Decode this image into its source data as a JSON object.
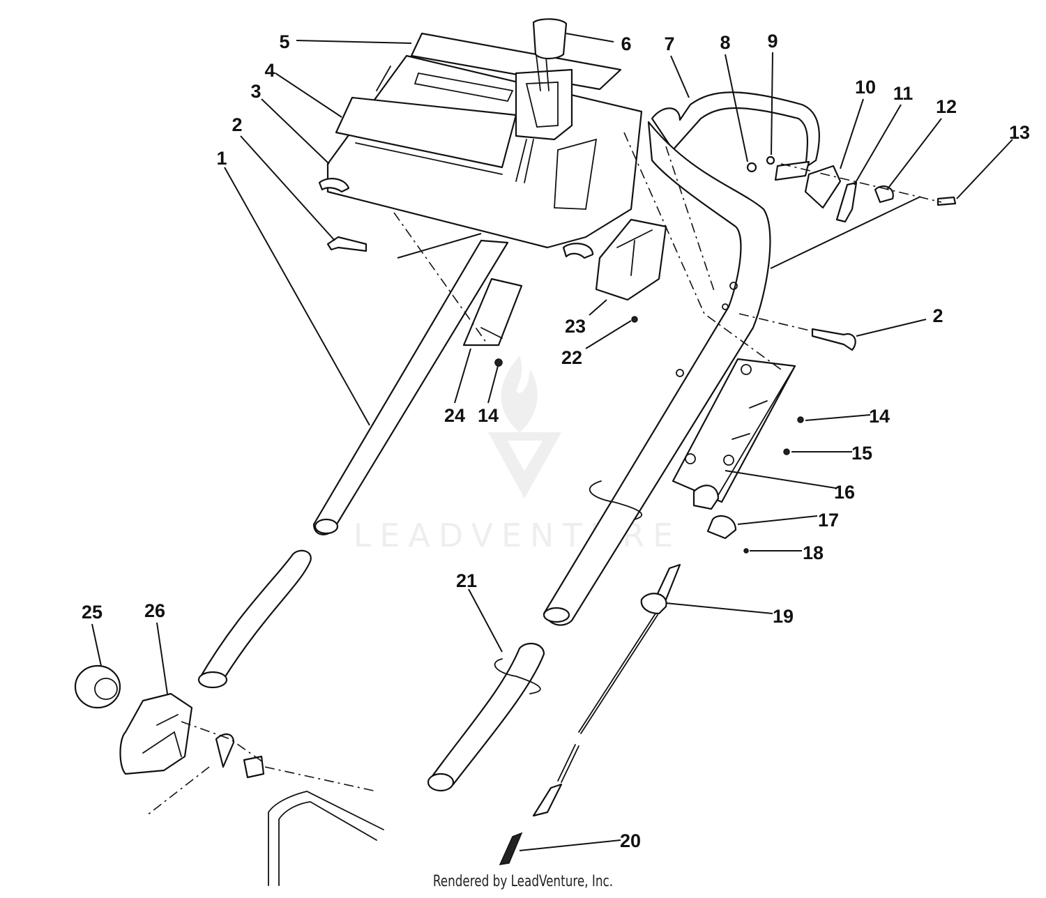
{
  "diagram": {
    "callouts": [
      {
        "id": "c1",
        "label": "1"
      },
      {
        "id": "c2a",
        "label": "2"
      },
      {
        "id": "c2b",
        "label": "2"
      },
      {
        "id": "c3",
        "label": "3"
      },
      {
        "id": "c4",
        "label": "4"
      },
      {
        "id": "c5",
        "label": "5"
      },
      {
        "id": "c6",
        "label": "6"
      },
      {
        "id": "c7",
        "label": "7"
      },
      {
        "id": "c8",
        "label": "8"
      },
      {
        "id": "c9",
        "label": "9"
      },
      {
        "id": "c10",
        "label": "10"
      },
      {
        "id": "c11",
        "label": "11"
      },
      {
        "id": "c12",
        "label": "12"
      },
      {
        "id": "c13",
        "label": "13"
      },
      {
        "id": "c14a",
        "label": "14"
      },
      {
        "id": "c14b",
        "label": "14"
      },
      {
        "id": "c15",
        "label": "15"
      },
      {
        "id": "c16",
        "label": "16"
      },
      {
        "id": "c17",
        "label": "17"
      },
      {
        "id": "c18",
        "label": "18"
      },
      {
        "id": "c19",
        "label": "19"
      },
      {
        "id": "c20",
        "label": "20"
      },
      {
        "id": "c21",
        "label": "21"
      },
      {
        "id": "c22",
        "label": "22"
      },
      {
        "id": "c23",
        "label": "23"
      },
      {
        "id": "c24",
        "label": "24"
      },
      {
        "id": "c25",
        "label": "25"
      },
      {
        "id": "c26",
        "label": "26"
      }
    ],
    "watermark": "LEADVENTURE",
    "credit": "Rendered by LeadVenture, Inc."
  }
}
